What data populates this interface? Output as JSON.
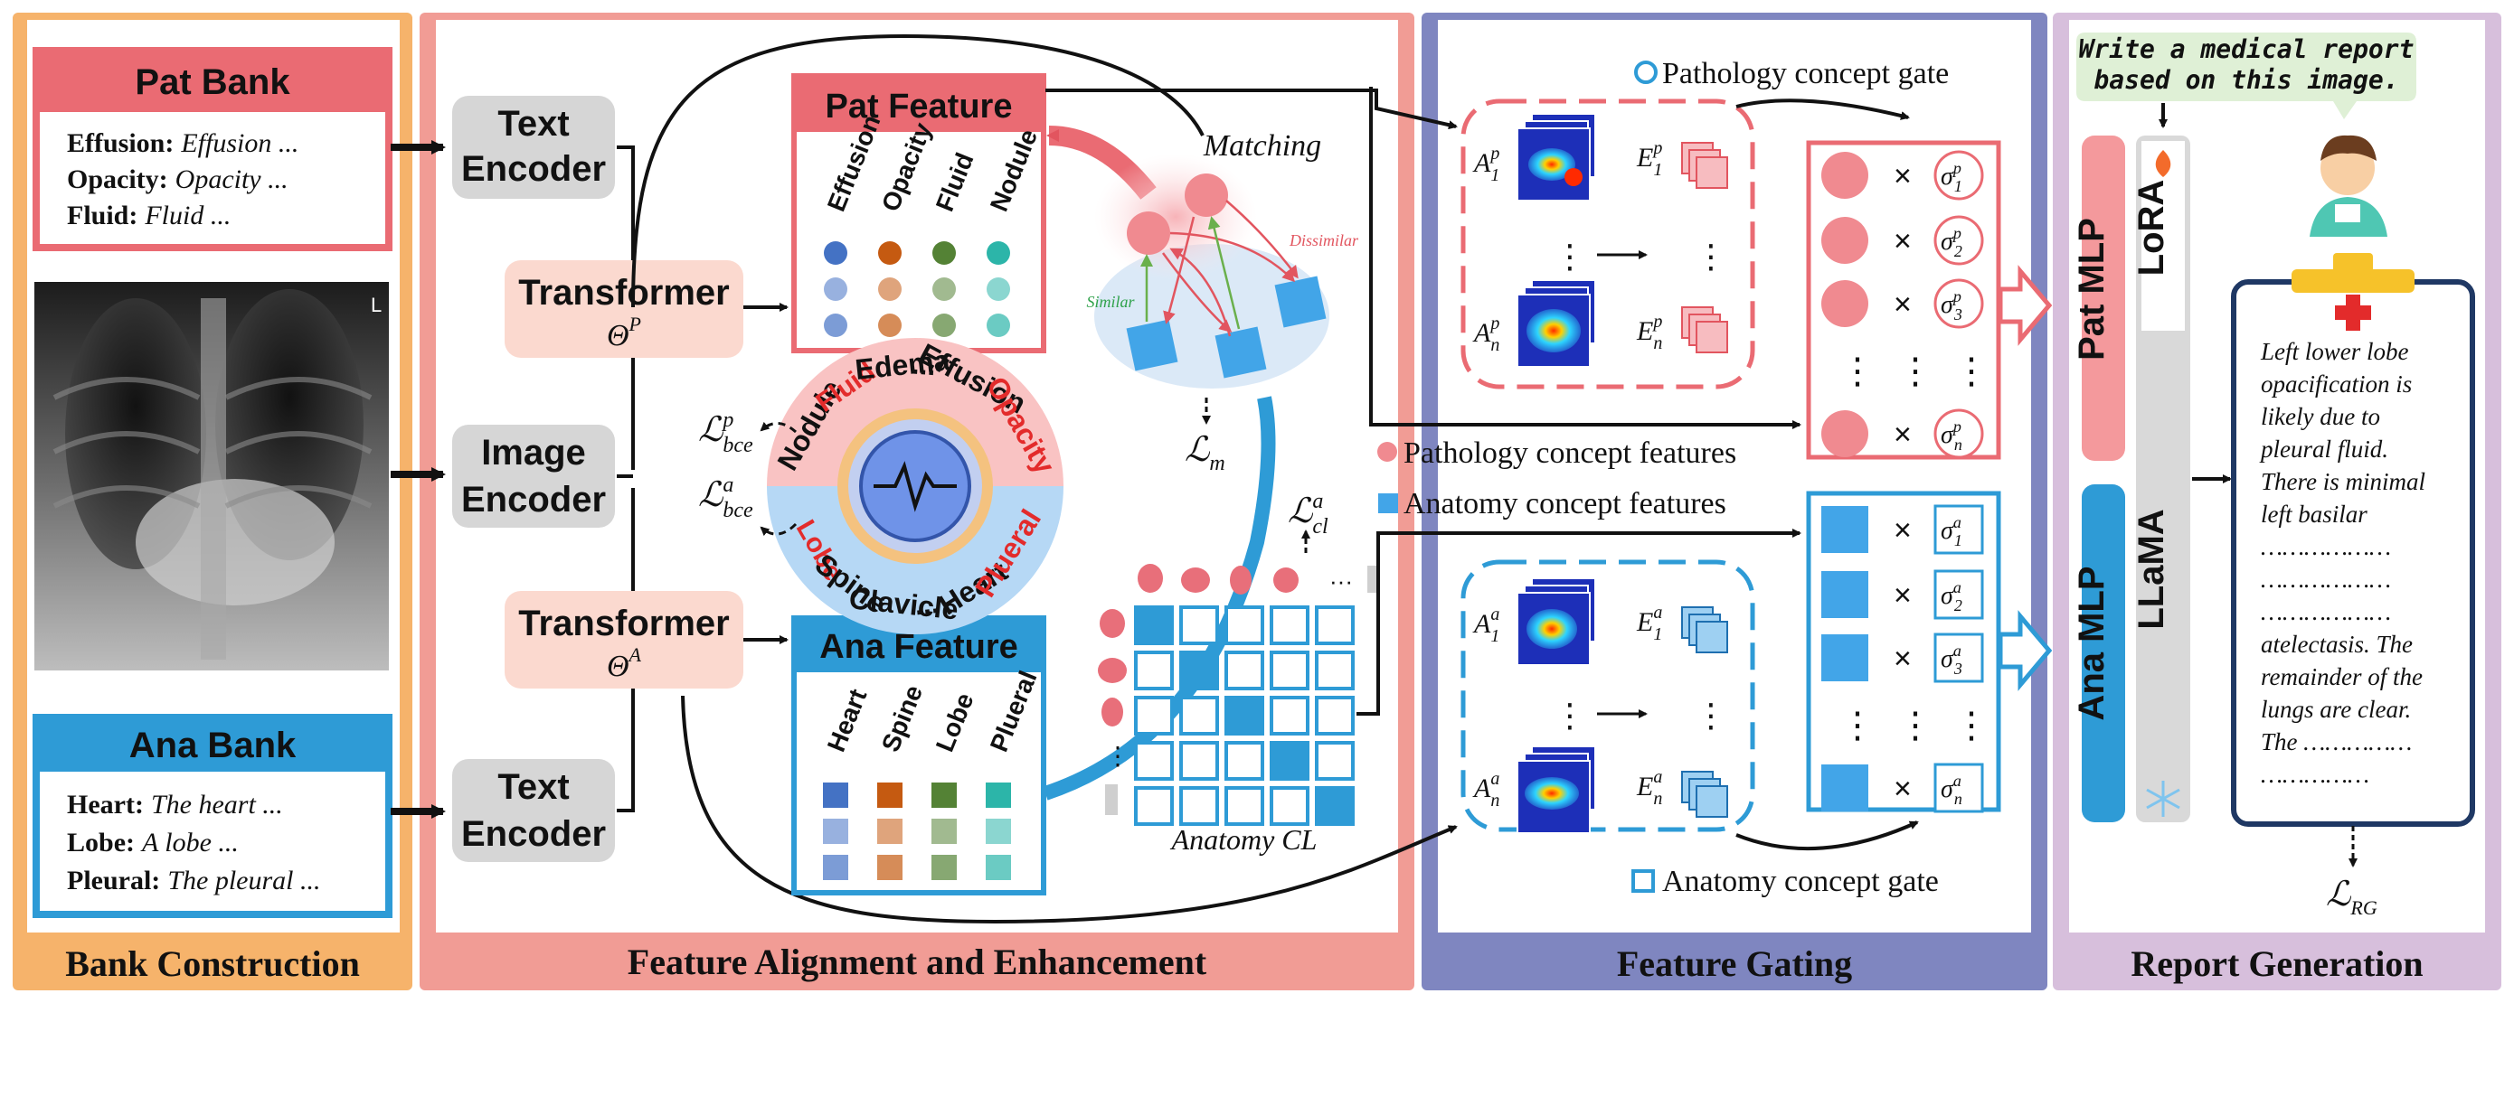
{
  "sections": {
    "bank": "Bank Construction",
    "align": "Feature Alignment and Enhancement",
    "gate": "Feature Gating",
    "report": "Report Generation"
  },
  "pat_bank": {
    "title": "Pat Bank",
    "rows": [
      {
        "key": "Effusion:",
        "val": "Effusion  ..."
      },
      {
        "key": "Opacity:",
        "val": "Opacity ..."
      },
      {
        "key": "Fluid:",
        "val": "Fluid ..."
      }
    ]
  },
  "ana_bank": {
    "title": "Ana Bank",
    "rows": [
      {
        "key": "Heart:",
        "val": "The heart ..."
      },
      {
        "key": "Lobe:",
        "val": "A lobe  ..."
      },
      {
        "key": "Pleural:",
        "val": "The pleural  ..."
      }
    ]
  },
  "xray_marker": "L",
  "encoders": {
    "text_top": [
      "Text",
      "Encoder"
    ],
    "image": [
      "Image",
      "Encoder"
    ],
    "text_bottom": [
      "Text",
      "Encoder"
    ]
  },
  "transformers": {
    "top": {
      "label": "Transformer",
      "param": "Θ",
      "sup": "P"
    },
    "bottom": {
      "label": "Transformer",
      "param": "Θ",
      "sup": "A"
    }
  },
  "pat_feature": {
    "title": "Pat Feature",
    "cols": [
      "Effusion",
      "Opacity",
      "Fluid",
      "Nodule"
    ],
    "colors": [
      "#4472c4",
      "#c55a11",
      "#548235",
      "#2cb5a9"
    ]
  },
  "ana_feature": {
    "title": "Ana Feature",
    "cols": [
      "Heart",
      "Spine",
      "Lobe",
      "Plueral"
    ],
    "colors": [
      "#4472c4",
      "#c55a11",
      "#548235",
      "#2cb5a9"
    ]
  },
  "wheel": {
    "top_words": [
      "Nodule",
      "Fluid",
      "Edema",
      "...",
      "Effusion",
      "Opacity"
    ],
    "bottom_words": [
      "Lobe",
      "Spine",
      "Clavicle",
      "...",
      "Heart",
      "Plueral"
    ]
  },
  "losses": {
    "bce_p": {
      "main": "ℒ",
      "sub": "bce",
      "sup": "p"
    },
    "bce_a": {
      "main": "ℒ",
      "sub": "bce",
      "sup": "a"
    },
    "m": {
      "main": "ℒ",
      "sub": "m"
    },
    "cl": {
      "main": "ℒ",
      "sub": "cl",
      "sup": "a"
    },
    "rg": {
      "main": "ℒ",
      "sub": "RG"
    }
  },
  "matching": {
    "title": "Matching",
    "similar": "Similar",
    "dissimilar": "Dissimilar"
  },
  "anatomy_cl": {
    "label": "Anatomy CL",
    "ellipsis": "···",
    "vdots": "⋮"
  },
  "gating": {
    "path_gate": "Pathology concept gate",
    "ana_gate": "Anatomy concept gate",
    "path_feat": "Pathology concept features",
    "ana_feat": "Anatomy concept features",
    "times": "×",
    "vdots": "⋮",
    "sigma": "σ",
    "path_sigma_sub": [
      "1",
      "2",
      "3",
      "n"
    ],
    "ana_sigma_sub": [
      "1",
      "2",
      "3",
      "n"
    ],
    "path_sup": "p",
    "ana_sup": "a",
    "A": "A",
    "E": "E",
    "idx1": "1",
    "idxn": "n"
  },
  "report": {
    "prompt": [
      "Write a medical report",
      "based on this image."
    ],
    "pat_mlp": "Pat MLP",
    "ana_mlp": "Ana MLP",
    "lora": "LoRA",
    "llama": "LLaMA",
    "text_lines": [
      "Left lower lobe",
      "opacification is",
      "likely due to",
      "pleural fluid.",
      "There is minimal",
      "left  basilar",
      "………………",
      "………………",
      "………………",
      "atelectasis. The",
      "remainder of the",
      "lungs are clear.",
      "The ……………",
      "……………"
    ]
  },
  "colors": {
    "bank_panel": "#f6b36b",
    "align_panel": "#f19c95",
    "gate_panel": "#7f86c0",
    "report_panel": "#d7bfdc",
    "pat_red": "#ea6b73",
    "ana_blue": "#2e9bd6"
  }
}
